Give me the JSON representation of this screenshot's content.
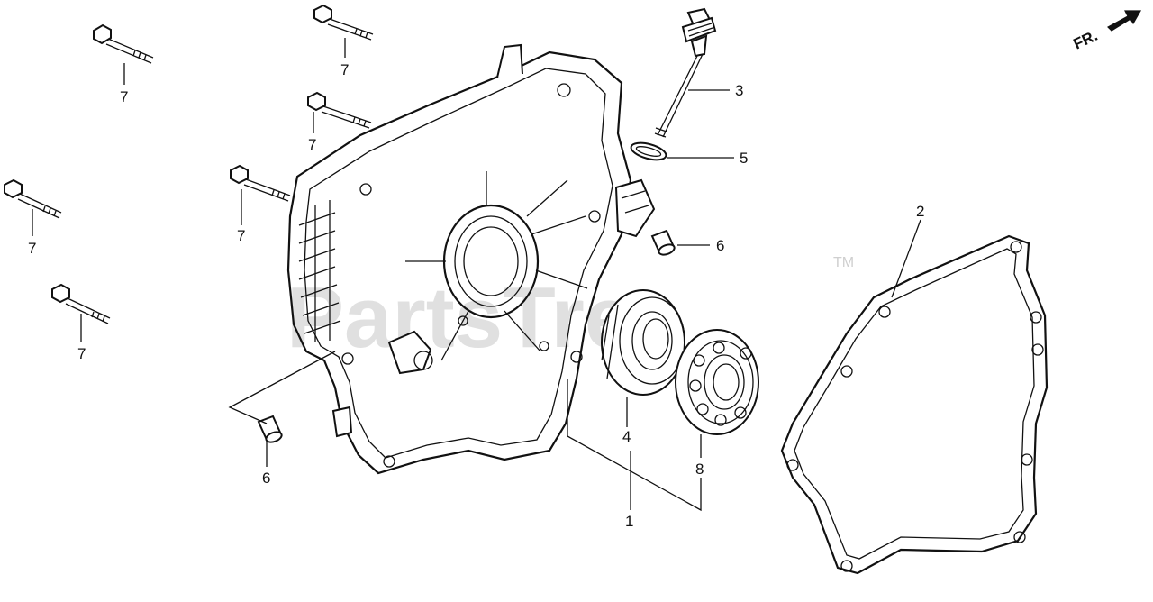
{
  "watermark": {
    "text": "PartsTree",
    "trademark": "TM"
  },
  "direction_marker": {
    "label": "FR.",
    "icon": "arrow-forward-icon"
  },
  "callouts": {
    "c1": "1",
    "c2": "2",
    "c3": "3",
    "c4": "4",
    "c5": "5",
    "c6a": "6",
    "c6b": "6",
    "c7a": "7",
    "c7b": "7",
    "c7c": "7",
    "c7d": "7",
    "c7e": "7",
    "c7f": "7",
    "c8": "8"
  }
}
